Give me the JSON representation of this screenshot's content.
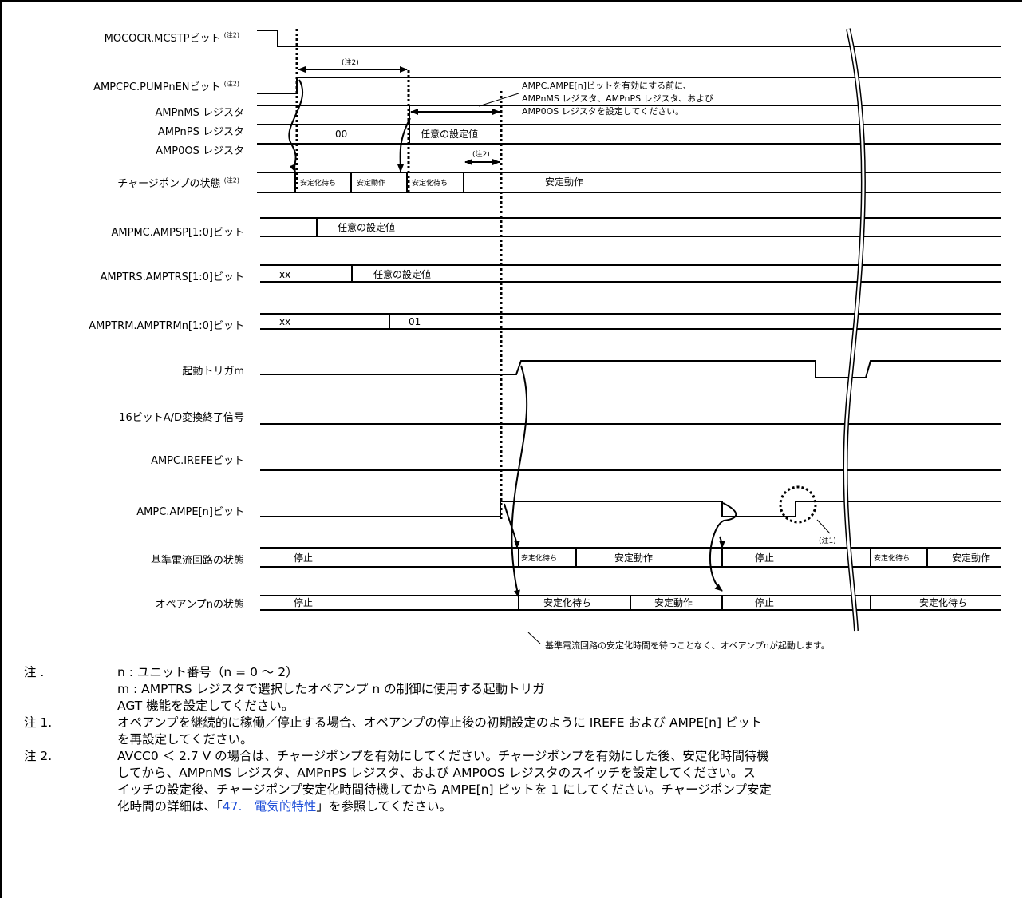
{
  "signals": [
    {
      "id": "mcstp",
      "label": "MOCOCR.MCSTPビット",
      "note": "(注2)"
    },
    {
      "id": "pumpen",
      "label": "AMPCPC.PUMPnENビット",
      "note": "(注2)"
    },
    {
      "id": "ms",
      "label": "AMPnMS レジスタ",
      "note": ""
    },
    {
      "id": "ps",
      "label": "AMPnPS レジスタ",
      "note": ""
    },
    {
      "id": "os",
      "label": "AMP0OS レジスタ",
      "note": ""
    },
    {
      "id": "pump",
      "label": "チャージポンプの状態",
      "note": "(注2)"
    },
    {
      "id": "ampsp",
      "label": "AMPMC.AMPSP[1:0]ビット",
      "note": ""
    },
    {
      "id": "amptrs",
      "label": "AMPTRS.AMPTRS[1:0]ビット",
      "note": ""
    },
    {
      "id": "amptrm",
      "label": "AMPTRM.AMPTRMn[1:0]ビット",
      "note": ""
    },
    {
      "id": "trig",
      "label": "起動トリガm",
      "note": ""
    },
    {
      "id": "adend",
      "label": "16ビットA/D変換終了信号",
      "note": ""
    },
    {
      "id": "irefe",
      "label": "AMPC.IREFEビット",
      "note": ""
    },
    {
      "id": "ampe",
      "label": "AMPC.AMPE[n]ビット",
      "note": ""
    },
    {
      "id": "iref",
      "label": "基準電流回路の状態",
      "note": ""
    },
    {
      "id": "opamp",
      "label": "オペアンプnの状態",
      "note": ""
    }
  ],
  "bus_values": {
    "ms_ps_os": [
      "00",
      "任意の設定値"
    ],
    "pump": [
      "安定化待ち",
      "安定動作",
      "安定化待ち",
      "安定動作"
    ],
    "ampsp": [
      "任意の設定値"
    ],
    "amptrs": [
      "xx",
      "任意の設定値"
    ],
    "amptrm": [
      "xx",
      "01"
    ],
    "iref": [
      "停止",
      "安定化待ち",
      "安定動作",
      "停止",
      "安定化待ち",
      "安定動作"
    ],
    "opamp": [
      "停止",
      "安定化待ち",
      "安定動作",
      "停止",
      "安定化待ち"
    ]
  },
  "annotations": {
    "note2_a": "(注2)",
    "note2_b": "(注2)",
    "note1": "(注1)",
    "setup_line1": "AMPC.AMPE[n]ビットを有効にする前に、",
    "setup_line2": "AMPnMS レジスタ、AMPnPS レジスタ、および",
    "setup_line3": "AMP0OS レジスタを設定してください。",
    "bottom": "基準電流回路の安定化時間を待つことなく、オペアンプnが起動します。"
  },
  "notes": {
    "n0_key": "注 .",
    "n0_l1": "n : ユニット番号（n = 0 ～ 2）",
    "n0_l2": "m : AMPTRS レジスタで選択したオペアンプ n の制御に使用する起動トリガ",
    "n0_l3": "AGT 機能を設定してください。",
    "n1_key": "注 1.",
    "n1_l1": "オペアンプを継続的に稼働／停止する場合、オペアンプの停止後の初期設定のように IREFE および AMPE[n] ビット",
    "n1_l2": "を再設定してください。",
    "n2_key": "注 2.",
    "n2_l1": "AVCC0 ＜ 2.7 V の場合は、チャージポンプを有効にしてください。チャージポンプを有効にした後、安定化時間待機",
    "n2_l2": "してから、AMPnMS レジスタ、AMPnPS レジスタ、および AMP0OS レジスタのスイッチを設定してください。ス",
    "n2_l3": "イッチの設定後、チャージポンプ安定化時間待機してから AMPE[n] ビットを 1 にしてください。チャージポンプ安定",
    "n2_l4_pre": "化時間の詳細は、「",
    "n2_l4_link": "47.　電気的特性",
    "n2_l4_post": "」を参照してください。"
  }
}
